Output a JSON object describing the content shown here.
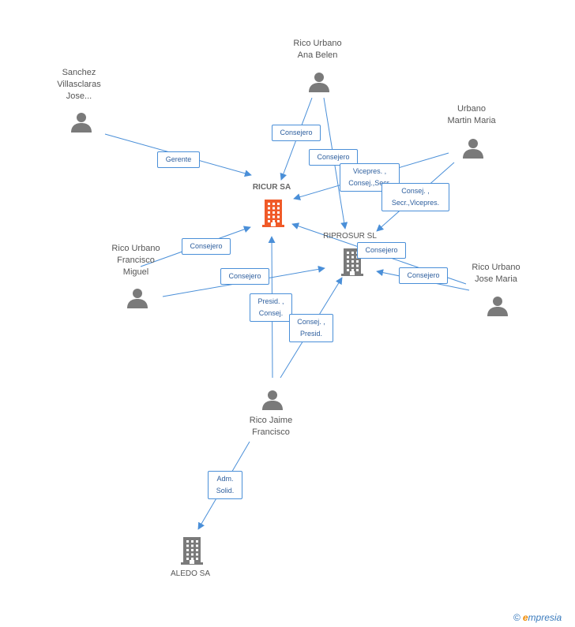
{
  "colors": {
    "edge": "#4a8fd8",
    "person": "#7a7a7a",
    "company": "#7a7a7a",
    "main_company": "#f05a28"
  },
  "nodes": [
    {
      "id": "ricur",
      "kind": "main-company",
      "name": [
        "RICUR SA"
      ]
    },
    {
      "id": "riprosur",
      "kind": "company",
      "name": [
        "RIPROSUR SL"
      ]
    },
    {
      "id": "aledo",
      "kind": "company",
      "name": [
        "ALEDO SA"
      ]
    },
    {
      "id": "sanchez",
      "kind": "person",
      "name": [
        "Sanchez",
        "Villasclaras",
        "Jose..."
      ]
    },
    {
      "id": "ana",
      "kind": "person",
      "name": [
        "Rico Urbano",
        "Ana Belen"
      ]
    },
    {
      "id": "martin",
      "kind": "person",
      "name": [
        "Urbano",
        "Martin Maria"
      ]
    },
    {
      "id": "francisco",
      "kind": "person",
      "name": [
        "Rico Urbano",
        "Francisco",
        "Miguel"
      ]
    },
    {
      "id": "josemaria",
      "kind": "person",
      "name": [
        "Rico Urbano",
        "Jose Maria"
      ]
    },
    {
      "id": "jaime",
      "kind": "person",
      "name": [
        "Rico Jaime",
        "Francisco"
      ]
    }
  ],
  "edges": [
    {
      "from": "sanchez",
      "to": "ricur",
      "label": [
        "Gerente"
      ]
    },
    {
      "from": "ana",
      "to": "ricur",
      "label": [
        "Consejero"
      ]
    },
    {
      "from": "ana",
      "to": "riprosur",
      "label": [
        "Consejero"
      ]
    },
    {
      "from": "martin",
      "to": "ricur",
      "label": [
        "Vicepres. ,",
        "Consej.,Secr."
      ]
    },
    {
      "from": "martin",
      "to": "riprosur",
      "label": [
        "Consej. ,",
        "Secr.,Vicepres."
      ]
    },
    {
      "from": "francisco",
      "to": "ricur",
      "label": [
        "Consejero"
      ]
    },
    {
      "from": "francisco",
      "to": "riprosur",
      "label": [
        "Consejero"
      ]
    },
    {
      "from": "josemaria",
      "to": "ricur",
      "label": [
        "Consejero"
      ]
    },
    {
      "from": "josemaria",
      "to": "riprosur",
      "label": [
        "Consejero"
      ]
    },
    {
      "from": "jaime",
      "to": "ricur",
      "label": [
        "Presid. ,",
        "Consej."
      ]
    },
    {
      "from": "jaime",
      "to": "riprosur",
      "label": [
        "Consej. ,",
        "Presid."
      ]
    },
    {
      "from": "jaime",
      "to": "aledo",
      "label": [
        "Adm.",
        "Solid."
      ]
    }
  ],
  "watermark": {
    "symbol": "©",
    "initial": "e",
    "rest": "mpresia"
  }
}
